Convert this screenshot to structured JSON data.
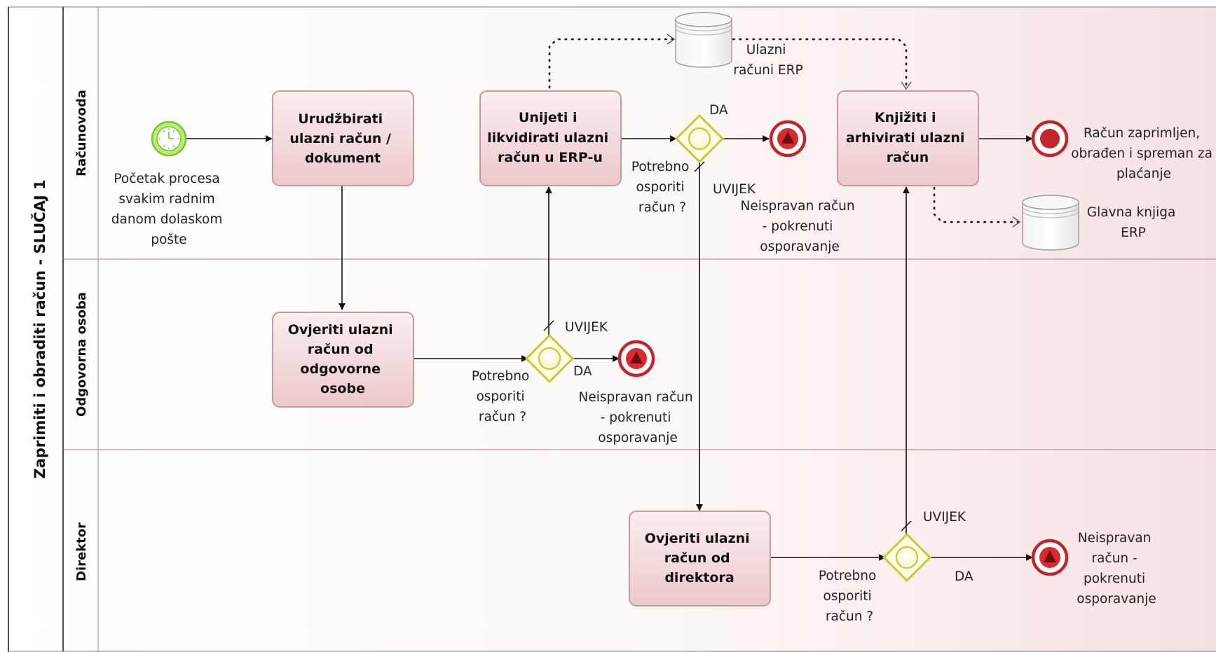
{
  "pool": {
    "title": "Zaprimiti i obraditi račun - SLUČAJ 1"
  },
  "lanes": [
    {
      "id": "racunovoda",
      "label": "Računovoda"
    },
    {
      "id": "odgovorna",
      "label": "Odgovorna osoba"
    },
    {
      "id": "direktor",
      "label": "Direktor"
    }
  ],
  "events": {
    "start": {
      "label": [
        "Početak procesa",
        "svakim radnim",
        "danom dolaskom",
        "pošte"
      ]
    },
    "end_error_racunovoda": {
      "label": [
        "Neispravan račun",
        "- pokrenuti",
        "osporavanje"
      ]
    },
    "end_error_odgovorna": {
      "label": [
        "Neispravan račun",
        "- pokrenuti",
        "osporavanje"
      ]
    },
    "end_error_direktor": {
      "label": [
        "Neispravan",
        "račun -",
        "pokrenuti",
        "osporavanje"
      ]
    },
    "end_final": {
      "label": [
        "Račun zaprimljen,",
        "obrađen i spreman za",
        "plaćanje"
      ]
    }
  },
  "tasks": {
    "urudzbirati": {
      "label": [
        "Urudžbirati",
        "ulazni račun /",
        "dokument"
      ]
    },
    "unijeti": {
      "label": [
        "Unijeti i",
        "likvidirati ulazni",
        "račun u ERP-u"
      ]
    },
    "knjiziti": {
      "label": [
        "Knjižiti i",
        "arhivirati ulazni",
        "račun"
      ]
    },
    "ovjeriti_odgovorna": {
      "label": [
        "Ovjeriti ulazni",
        "račun od",
        "odgovorne",
        "osobe"
      ]
    },
    "ovjeriti_direktor": {
      "label": [
        "Ovjeriti ulazni",
        "račun od",
        "direktora"
      ]
    }
  },
  "gateways": {
    "gw_racunovoda": {
      "question": [
        "Potrebno",
        "osporiti",
        "račun ?"
      ],
      "yes": "DA",
      "default": "UVIJEK"
    },
    "gw_odgovorna": {
      "question": [
        "Potrebno",
        "osporiti",
        "račun ?"
      ],
      "yes": "DA",
      "default": "UVIJEK"
    },
    "gw_direktor": {
      "question": [
        "Potrebno",
        "osporiti",
        "račun ?"
      ],
      "yes": "DA",
      "default": "UVIJEK"
    }
  },
  "data_stores": {
    "ulazni_racuni": {
      "label": [
        "Ulazni",
        "računi ERP"
      ]
    },
    "glavna_knjiga": {
      "label": [
        "Glavna knjiga",
        "ERP"
      ]
    }
  },
  "colors": {
    "task_fill_top": "#fbeeee",
    "task_fill_bottom": "#ecc9cb",
    "task_stroke": "#c49a9c",
    "gateway_fill": "#fdfde0",
    "gateway_stroke": "#c9c63a",
    "start_fill": "#b9ed7a",
    "start_stroke": "#7cc428",
    "end_stroke": "#c0272d",
    "end_fill": "#d92a2f",
    "lane_line": "#b89496"
  }
}
